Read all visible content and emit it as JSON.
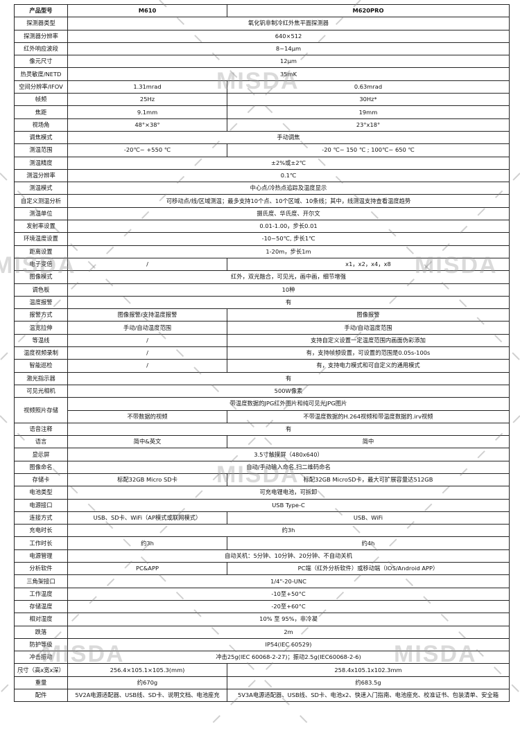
{
  "watermark": "MISDA",
  "header": {
    "label": "产品型号",
    "m610": "M610",
    "m620": "M620PRO"
  },
  "rows": [
    {
      "label": "探测器类型",
      "value": "氧化钒非制冷红外焦平面探测器"
    },
    {
      "label": "探测器分辨率",
      "value": "640×512"
    },
    {
      "label": "红外响应波段",
      "value": "8~14μm"
    },
    {
      "label": "像元尺寸",
      "value": "12μm"
    },
    {
      "label": "热灵敏度/NETD",
      "value": "35mK"
    },
    {
      "label": "空间分辨率/IFOV",
      "m610": "1.31mrad",
      "m620": "0.63mrad"
    },
    {
      "label": "帧频",
      "m610": "25Hz",
      "m620": "30Hz*"
    },
    {
      "label": "焦距",
      "m610": "9.1mm",
      "m620": "19mm"
    },
    {
      "label": "视场角",
      "m610": "48°×38°",
      "m620": "23°x18°"
    },
    {
      "label": "调焦模式",
      "value": "手动调焦"
    },
    {
      "label": "测温范围",
      "m610": "-20℃~ +550 ℃",
      "m620": "-20 ℃~ 150 ℃ ; 100℃~ 650 ℃"
    },
    {
      "label": "测温精度",
      "value": "±2%或±2℃"
    },
    {
      "label": "测温分辨率",
      "value": "0.1℃"
    },
    {
      "label": "测温模式",
      "value": "中心点/冷热点追踪及温度显示"
    },
    {
      "label": "自定义测温分析",
      "value": "可移动点/线/区域测温；最多支持10个点、10个区域、10条线；其中，线测温支持查看温度趋势"
    },
    {
      "label": "测温单位",
      "value": "摄氏度、华氏度、开尔文"
    },
    {
      "label": "发射率设置",
      "value": "0.01-1.00，步长0.01"
    },
    {
      "label": "环境温度设置",
      "value": "-10~50℃, 步长1℃"
    },
    {
      "label": "距离设置",
      "value": "1-20m，步长1m"
    },
    {
      "label": "电子变倍",
      "m610": "/",
      "m620": "x1，x2，x4，x8"
    },
    {
      "label": "图像模式",
      "value": "红外，双光融合，可见光，画中画，细节增强"
    },
    {
      "label": "调色板",
      "value": "10种"
    },
    {
      "label": "温度报警",
      "value": "有"
    },
    {
      "label": "报警方式",
      "m610": "图像报警/支持温度报警",
      "m620": "图像报警"
    },
    {
      "label": "温宽拉伸",
      "m610": "手动/自动温度范围",
      "m620": "手动/自动温度范围"
    },
    {
      "label": "等温线",
      "m610": "/",
      "m620": "支持自定义设置一定温度范围内画面伪彩添加"
    },
    {
      "label": "温度视频录制",
      "m610": "/",
      "m620": "有，支持帧频设置，可设置的范围是0.05s-100s"
    },
    {
      "label": "智能巡检",
      "m610": "/",
      "m620": "有，支持电力模式和可自定义的通用模式"
    },
    {
      "label": "激光指示器",
      "value": "有"
    },
    {
      "label": "可见光相机",
      "value": "500W像素"
    },
    {
      "label": "视频照片存储",
      "value": "带温度数据的JPG红外图片和纯可见光JPG图片",
      "m610": "不带数据的视频",
      "m620": "不带温度数据的H.264视频和带温度数据的.irv视频"
    },
    {
      "label": "语音注释",
      "value": "有"
    },
    {
      "label": "语言",
      "m610": "简中&英文",
      "m620": "简中"
    },
    {
      "label": "显示屏",
      "value": "3.5寸触摸屏（480x640）"
    },
    {
      "label": "图像命名",
      "value": "自动/手动输入命名,扫二维码命名"
    },
    {
      "label": "存储卡",
      "m610": "标配32GB Micro SD卡",
      "m620": "标配32GB MicroSD卡，最大可扩展容量达512GB"
    },
    {
      "label": "电池类型",
      "value": "可充电锂电池，可拆卸"
    },
    {
      "label": "电源接口",
      "value": "USB Type-C"
    },
    {
      "label": "连接方式",
      "m610": "USB、SD卡、WiFi（AP模式或联网模式）",
      "m620": "USB、WiFi"
    },
    {
      "label": "充电时长",
      "value": "约3h"
    },
    {
      "label": "工作时长",
      "m610": "约3h",
      "m620": "约4h"
    },
    {
      "label": "电源管理",
      "value": "自动关机：5分钟、10分钟、20分钟、不自动关机"
    },
    {
      "label": "分析软件",
      "m610": "PC&APP",
      "m620": "PC端（红外分析软件）或移动端（IOS/Android APP）"
    },
    {
      "label": "三角架接口",
      "value": "1/4\"-20-UNC"
    },
    {
      "label": "工作温度",
      "value": "-10至+50°C"
    },
    {
      "label": "存储温度",
      "value": "-20至+60°C"
    },
    {
      "label": "相对湿度",
      "value": "10% 至 95%，非冷凝"
    },
    {
      "label": "跌落",
      "value": "2m"
    },
    {
      "label": "防护等级",
      "value": "IP54(IEC 60529)"
    },
    {
      "label": "冲击振动",
      "value": "冲击25g(IEC 60068-2-27)；振动2.5g(IEC60068-2-6)"
    },
    {
      "label": "尺寸（高x宽x深）",
      "m610": "256.4×105.1×105.3(mm)",
      "m620": "258.4x105.1x102.3mm"
    },
    {
      "label": "重量",
      "m610": "约670g",
      "m620": "约683.5g"
    },
    {
      "label": "配件",
      "m610": "5V2A电源适配器、USB线、SD卡、说明文档、电池座充",
      "m620": "5V3A电源适配器、USB线、SD卡、电池x2、快速入门指南、电池座充、校准证书、包装清单、安全箱"
    }
  ]
}
